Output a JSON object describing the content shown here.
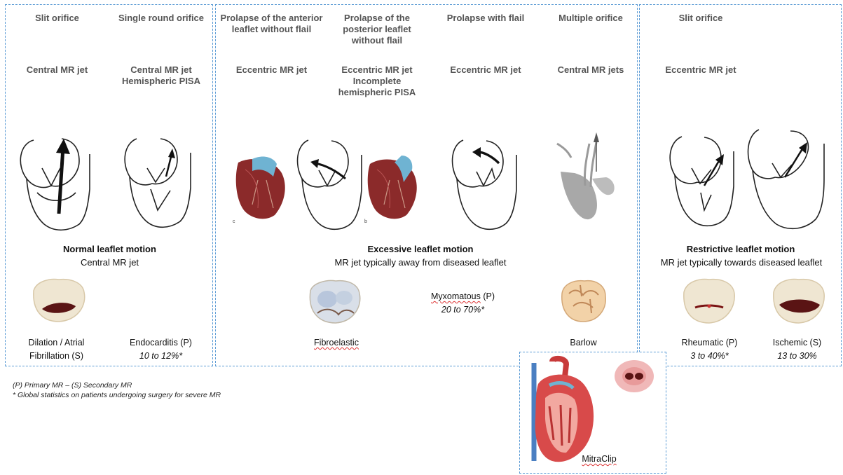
{
  "columns": {
    "c1": {
      "header": "Slit orifice",
      "jet": "Central MR jet"
    },
    "c2": {
      "header": "Single round orifice",
      "jet": "Central MR jet\nHemispheric PISA"
    },
    "c3": {
      "header": "Prolapse of the anterior leaflet without flail",
      "jet": "Eccentric MR jet"
    },
    "c4": {
      "header": "Prolapse of the posterior leaflet without flail",
      "jet": "Eccentric MR jet\nIncomplete hemispheric PISA"
    },
    "c5": {
      "header": "Prolapse with flail",
      "jet": "Eccentric MR jet"
    },
    "c6": {
      "header": "Multiple orifice",
      "jet": "Central MR jets"
    },
    "c7": {
      "header": "Slit orifice",
      "jet": "Eccentric MR jet"
    }
  },
  "sections": {
    "normal": {
      "title": "Normal leaflet motion",
      "subtitle": "Central MR jet"
    },
    "excessive": {
      "title": "Excessive leaflet motion",
      "subtitle": "MR jet typically away from diseased leaflet"
    },
    "restrictive": {
      "title": "Restrictive leaflet motion",
      "subtitle": "MR jet typically towards diseased leaflet"
    }
  },
  "etiologies": {
    "dilation": {
      "line1": "Dilation / Atrial",
      "line2": "Fibrillation (S)"
    },
    "endocarditis": {
      "label": "Endocarditis (P)",
      "stat": "10 to 12%*"
    },
    "fibroelastic": {
      "label": "Fibroelastic"
    },
    "myxomatous": {
      "label": "Myxomatous",
      "suffix": " (P)",
      "stat": "20 to 70%*"
    },
    "barlow": {
      "label": "Barlow"
    },
    "rheumatic": {
      "label": "Rheumatic (P)",
      "stat": "3 to 40%*"
    },
    "ischemic": {
      "label": "Ischemic (S)",
      "stat": "13 to 30%"
    }
  },
  "footnotes": {
    "line1": "(P) Primary MR – (S) Secondary MR",
    "line2": "* Global statistics on patients undergoing surgery for severe MR"
  },
  "mitraclip": {
    "label": "MitraClip"
  },
  "colors": {
    "panel_border": "#5b9bd5",
    "heart_red": "#8b2a2a",
    "valve_blue": "#6fb3d2",
    "valve_cream": "#efe6d2",
    "leaflet_gap": "#5a1414"
  }
}
